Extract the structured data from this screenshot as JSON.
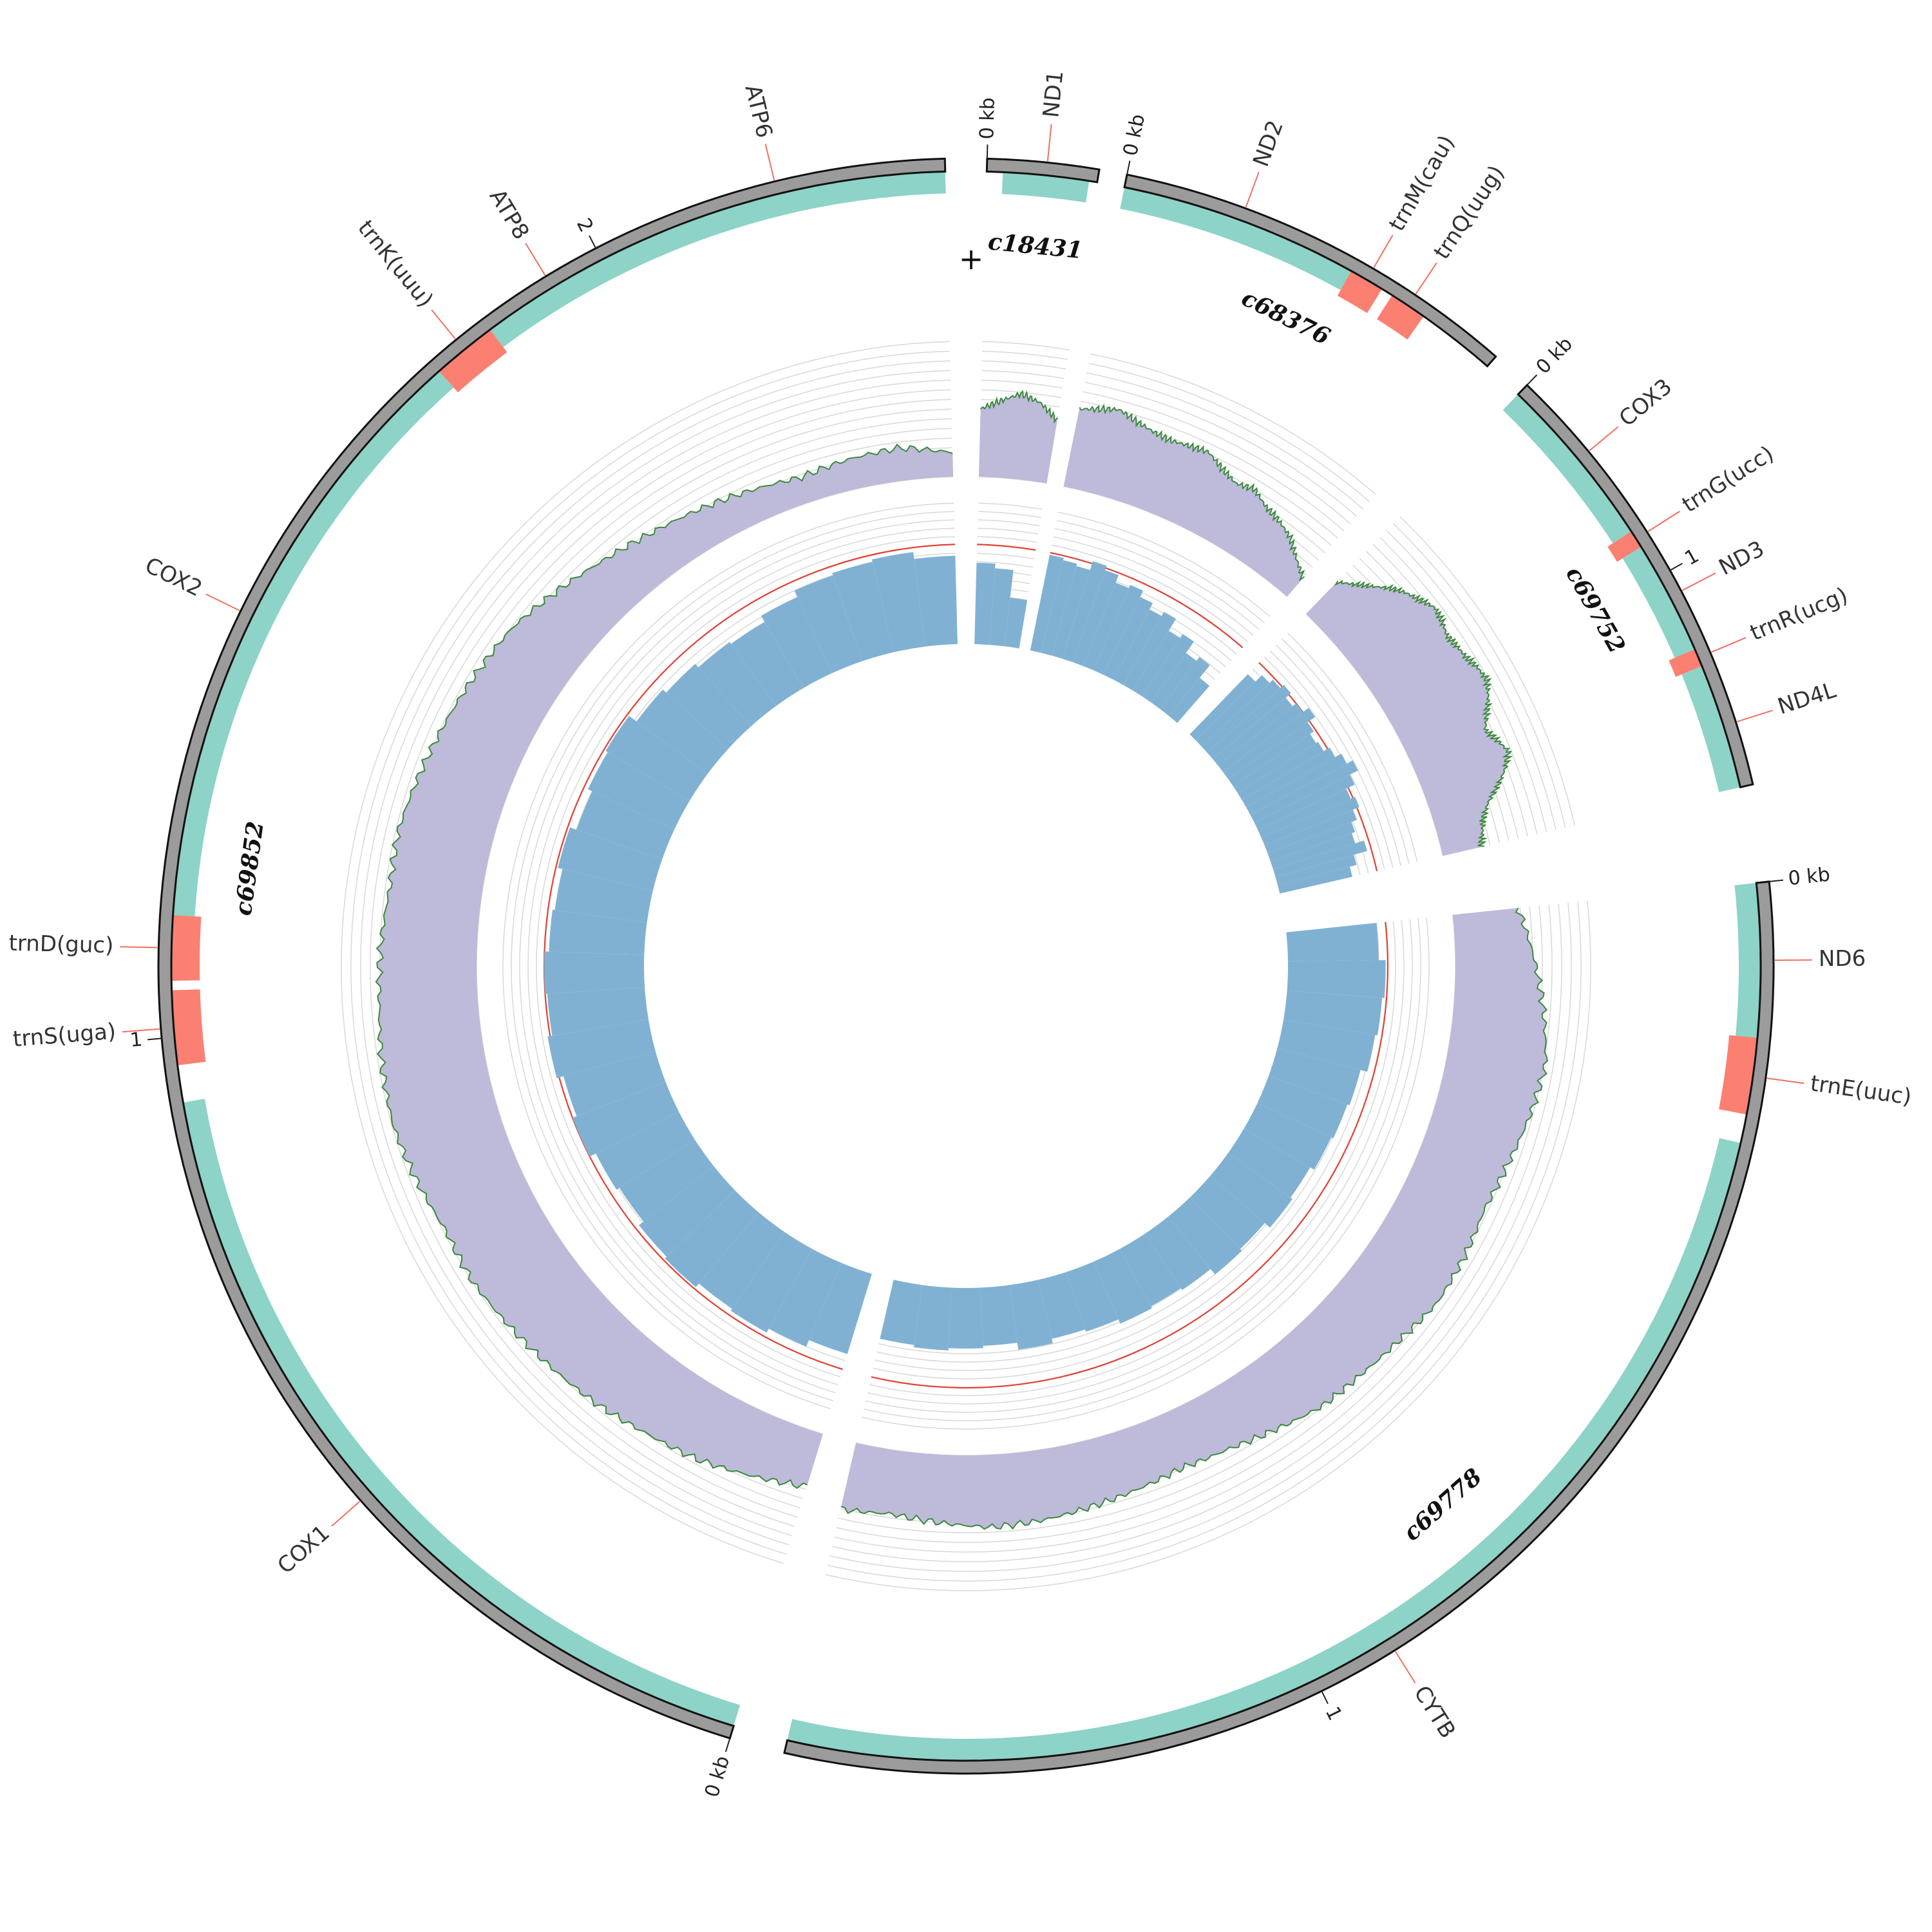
{
  "colors": {
    "scaffold": "#9b9b9b",
    "gene": "#8dd3c7",
    "trna": "#fb8072",
    "coverage": "#bebada",
    "coverage_line": "#3a8a3a",
    "gc": "#80b1d3",
    "highlight": "#e8392b",
    "grid": "#d8d8d8",
    "label_line": "#f07060"
  },
  "strand_marker": "+",
  "unit": "kb",
  "contigs": [
    {
      "name": "c18431",
      "length_kb": 0.55,
      "genes": [
        {
          "name": "ND1",
          "start": 0.08,
          "end": 0.51,
          "type": "gene"
        }
      ],
      "ticks": [
        {
          "kb": 0,
          "label": "0 kb"
        }
      ],
      "coverage": [
        0.62,
        0.7,
        0.78,
        0.72,
        0.58
      ],
      "gc": [
        0.48,
        0.44,
        0.2
      ]
    },
    {
      "name": "c68376",
      "length_kb": 1.72,
      "genes": [
        {
          "name": "ND2",
          "start": 0.0,
          "end": 1.02,
          "type": "gene"
        },
        {
          "name": "trnM(cau)",
          "start": 1.02,
          "end": 1.17,
          "type": "trna"
        },
        {
          "name": "trnQ(uug)",
          "start": 1.22,
          "end": 1.38,
          "type": "trna"
        }
      ],
      "ticks": [
        {
          "kb": 0,
          "label": "0 kb"
        }
      ],
      "coverage": [
        0.72,
        0.76,
        0.8,
        0.74,
        0.7,
        0.68,
        0.7,
        0.72,
        0.64,
        0.58,
        0.62,
        0.54,
        0.5,
        0.44,
        0.32,
        0.22
      ],
      "gc": [
        0.62,
        0.6,
        0.58,
        0.66,
        0.62,
        0.55,
        0.58,
        0.52,
        0.46,
        0.5,
        0.38,
        0.42,
        0.3,
        0.34,
        0.2
      ]
    },
    {
      "name": "c69752",
      "length_kb": 1.98,
      "genes": [
        {
          "name": "COX3",
          "start": 0.0,
          "end": 0.77,
          "type": "gene"
        },
        {
          "name": "trnG(ucc)",
          "start": 0.77,
          "end": 0.85,
          "type": "trna"
        },
        {
          "name": "ND3",
          "start": 0.85,
          "end": 1.35,
          "type": "gene"
        },
        {
          "name": "trnR(ucg)",
          "start": 1.35,
          "end": 1.43,
          "type": "trna"
        },
        {
          "name": "ND4L",
          "start": 1.43,
          "end": 1.98,
          "type": "gene"
        }
      ],
      "ticks": [
        {
          "kb": 0,
          "label": "0 kb"
        },
        {
          "kb": 1,
          "label": "1"
        }
      ],
      "coverage": [
        0.4,
        0.5,
        0.6,
        0.72,
        0.8,
        0.86,
        0.92,
        0.9,
        0.86,
        0.88,
        0.9,
        0.94,
        0.96,
        0.9,
        0.82,
        0.74,
        0.8,
        0.86,
        0.78,
        0.66,
        0.52,
        0.44,
        0.4,
        0.36
      ],
      "gc": [
        0.5,
        0.58,
        0.62,
        0.66,
        0.6,
        0.64,
        0.7,
        0.62,
        0.58,
        0.6,
        0.66,
        0.72,
        0.78,
        0.7,
        0.62,
        0.66,
        0.6,
        0.55,
        0.52,
        0.6,
        0.48,
        0.42
      ]
    },
    {
      "name": "c69778",
      "length_kb": 1.56,
      "genes": [
        {
          "name": "ND6",
          "start": 0.0,
          "end": 0.16,
          "type": "gene"
        },
        {
          "name": "trnE(uuc)",
          "start": 0.16,
          "end": 0.24,
          "type": "trna"
        },
        {
          "name": "CYTB",
          "start": 0.27,
          "end": 1.56,
          "type": "gene"
        }
      ],
      "ticks": [
        {
          "kb": 0,
          "label": "0 kb"
        },
        {
          "kb": 1,
          "label": "1"
        }
      ],
      "coverage": [
        0.6,
        0.72,
        0.82,
        0.9,
        0.86,
        0.8,
        0.76,
        0.8,
        0.82,
        0.76,
        0.72,
        0.7,
        0.62,
        0.55,
        0.52,
        0.56,
        0.6,
        0.64,
        0.66,
        0.62,
        0.58,
        0.62
      ],
      "gc": [
        0.56,
        0.62,
        0.6,
        0.58,
        0.52,
        0.5,
        0.48,
        0.44,
        0.46,
        0.4,
        0.42,
        0.36,
        0.34,
        0.36,
        0.32,
        0.3,
        0.34,
        0.28,
        0.3,
        0.32,
        0.3
      ]
    },
    {
      "name": "c69852",
      "length_kb": 2.38,
      "genes": [
        {
          "name": "COX1",
          "start": 0.0,
          "end": 0.93,
          "type": "gene"
        },
        {
          "name": "trnS(uga)",
          "start": 0.97,
          "end": 1.05,
          "type": "trna"
        },
        {
          "name": "trnD(guc)",
          "start": 1.06,
          "end": 1.13,
          "type": "trna"
        },
        {
          "name": "COX2",
          "start": 1.13,
          "end": 1.79,
          "type": "gene"
        },
        {
          "name": "trnK(uuu)",
          "start": 1.79,
          "end": 1.86,
          "type": "trna"
        },
        {
          "name": "ATP8",
          "start": 1.86,
          "end": 2.02,
          "type": "gene"
        },
        {
          "name": "ATP6",
          "start": 2.02,
          "end": 2.38,
          "type": "gene"
        }
      ],
      "ticks": [
        {
          "kb": 0,
          "label": "0 kb"
        },
        {
          "kb": 1,
          "label": "1"
        },
        {
          "kb": 2,
          "label": "2"
        }
      ],
      "coverage": [
        0.5,
        0.58,
        0.66,
        0.7,
        0.76,
        0.8,
        0.84,
        0.88,
        0.86,
        0.92,
        0.96,
        0.94,
        0.9,
        0.88,
        0.84,
        0.86,
        0.82,
        0.78,
        0.74,
        0.7,
        0.6,
        0.5,
        0.42,
        0.36,
        0.3,
        0.24,
        0.28,
        0.3,
        0.22
      ],
      "gc": [
        0.5,
        0.56,
        0.6,
        0.58,
        0.62,
        0.6,
        0.55,
        0.58,
        0.64,
        0.6,
        0.66,
        0.62,
        0.64,
        0.6,
        0.58,
        0.62,
        0.56,
        0.6,
        0.62,
        0.54,
        0.5,
        0.46,
        0.44,
        0.5,
        0.56,
        0.58,
        0.6,
        0.54
      ]
    }
  ]
}
